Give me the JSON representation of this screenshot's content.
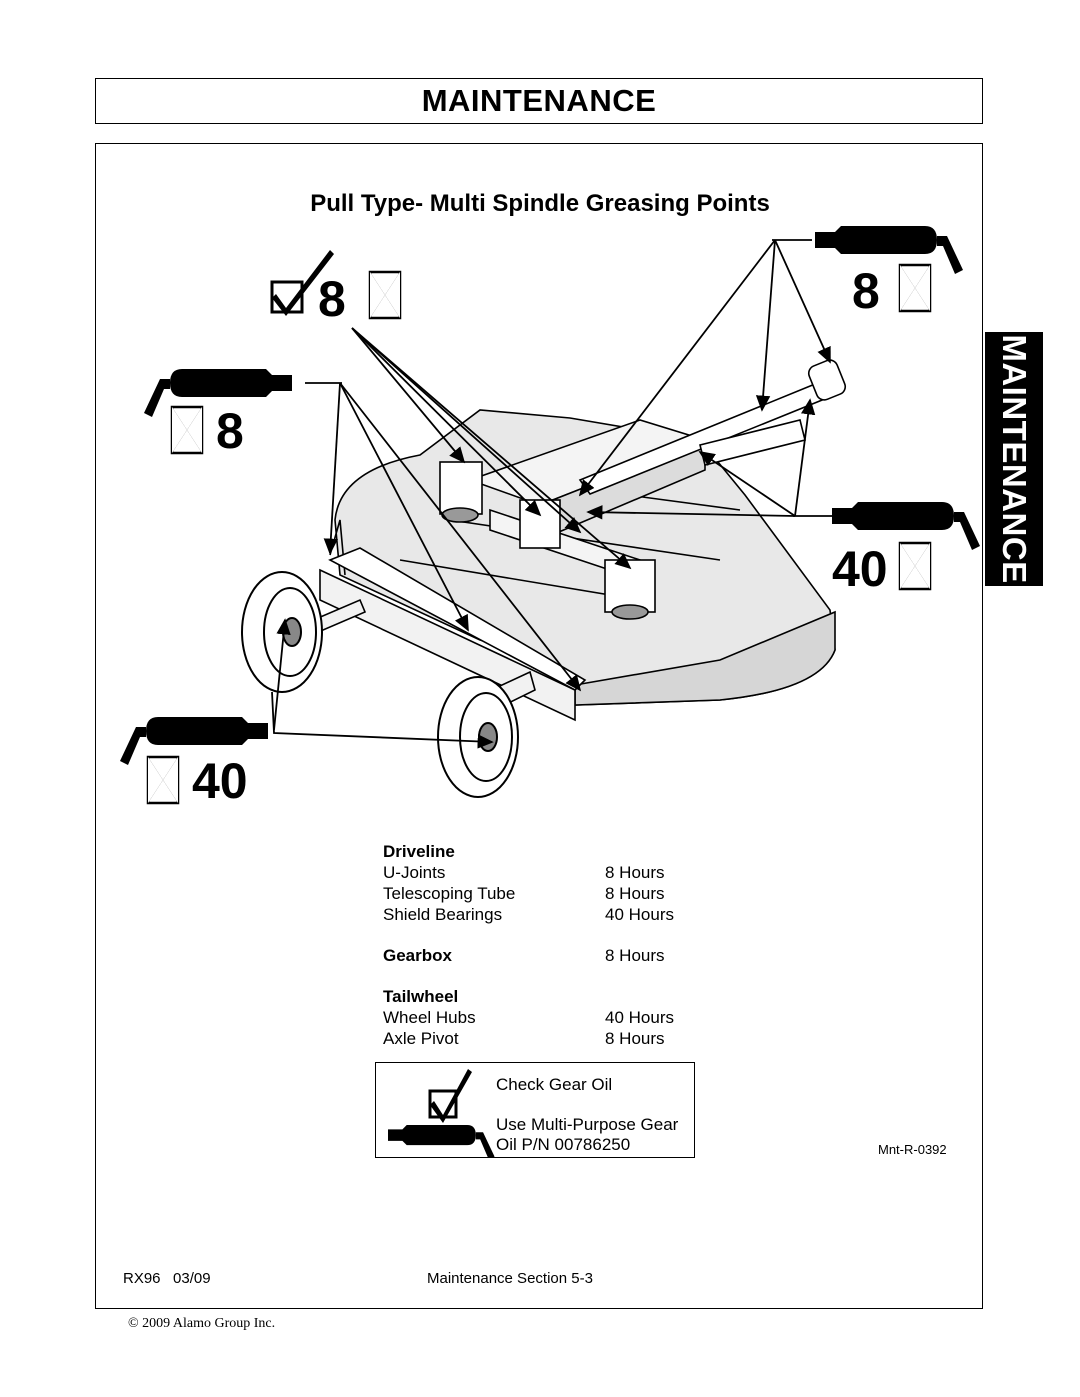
{
  "header": {
    "title": "MAINTENANCE"
  },
  "side_tab": {
    "label": "MAINTENANCE"
  },
  "figure": {
    "title": "Pull Type- Multi Spindle Greasing Points",
    "callouts": {
      "top_left_number": "8",
      "top_right_number": "8",
      "left_number": "8",
      "right_number": "40",
      "bottom_left_number": "40"
    },
    "code": "Mnt-R-0392"
  },
  "schedule": {
    "driveline": {
      "heading": "Driveline",
      "rows": [
        {
          "item": "U-Joints",
          "interval": "8 Hours"
        },
        {
          "item": "Telescoping Tube",
          "interval": "8 Hours"
        },
        {
          "item": "Shield Bearings",
          "interval": "40 Hours"
        }
      ]
    },
    "gearbox": {
      "heading": "Gearbox",
      "interval": "8 Hours"
    },
    "tailwheel": {
      "heading": "Tailwheel",
      "rows": [
        {
          "item": "Wheel Hubs",
          "interval": "40 Hours"
        },
        {
          "item": "Axle Pivot",
          "interval": "8 Hours"
        }
      ]
    }
  },
  "legend": {
    "check_label": "Check Gear Oil",
    "grease_label_line1": "Use Multi-Purpose Gear",
    "grease_label_line2": "Oil P/N 00786250"
  },
  "footer": {
    "model": "RX96   03/09",
    "section": "Maintenance Section 5-3",
    "copyright": "© 2009 Alamo Group Inc."
  },
  "icons": [
    "check-box-icon",
    "hourglass-icon",
    "grease-gun-icon"
  ]
}
